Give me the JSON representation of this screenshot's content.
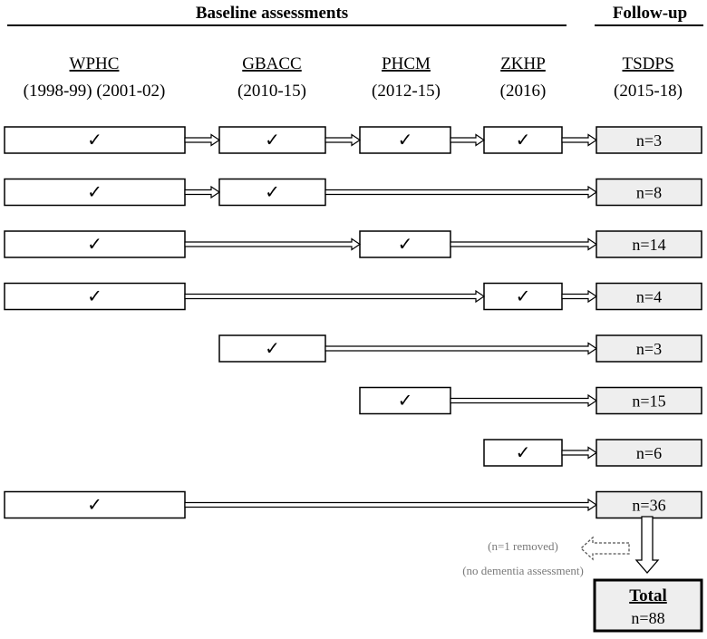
{
  "headers": {
    "baseline": "Baseline assessments",
    "followup": "Follow-up"
  },
  "studies": [
    {
      "name": "WPHC",
      "years": "(1998-99) (2001-02)"
    },
    {
      "name": "GBACC",
      "years": "(2010-15)"
    },
    {
      "name": "PHCM",
      "years": "(2012-15)"
    },
    {
      "name": "ZKHP",
      "years": "(2016)"
    }
  ],
  "followup_study": {
    "name": "TSDPS",
    "years": "(2015-18)"
  },
  "check_symbol": "✓",
  "rows": [
    {
      "studies": [
        0,
        1,
        2,
        3
      ],
      "count": "n=3"
    },
    {
      "studies": [
        0,
        1
      ],
      "count": "n=8"
    },
    {
      "studies": [
        0,
        2
      ],
      "count": "n=14"
    },
    {
      "studies": [
        0,
        3
      ],
      "count": "n=4"
    },
    {
      "studies": [
        1
      ],
      "count": "n=3"
    },
    {
      "studies": [
        2
      ],
      "count": "n=15"
    },
    {
      "studies": [
        3
      ],
      "count": "n=6"
    },
    {
      "studies": [
        0
      ],
      "count": "n=36"
    }
  ],
  "removed_note": {
    "line1": "(n=1 removed)",
    "line2": "(no dementia assessment)"
  },
  "total": {
    "label": "Total",
    "count": "n=88"
  },
  "colors": {
    "followup_fill": "#eeeeee",
    "note_text": "#7a7a7a"
  }
}
